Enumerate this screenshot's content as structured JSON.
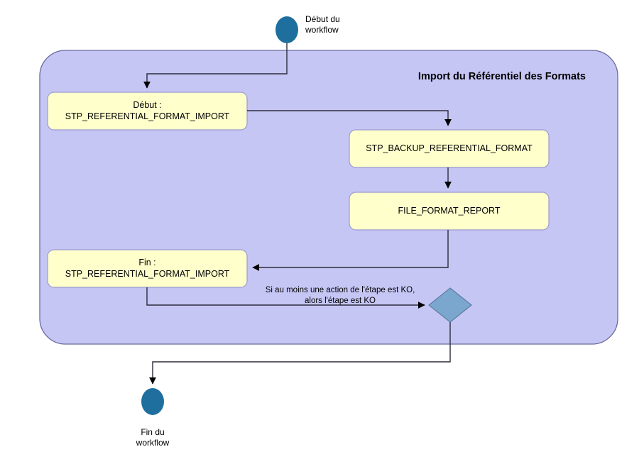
{
  "diagram": {
    "title": "Import du Référentiel des Formats",
    "colors": {
      "group_fill": "#c6c6f5",
      "group_stroke": "#6a6a9e",
      "action_fill": "#ffffcc",
      "action_stroke": "#9a9ad2",
      "terminator_fill": "#1f6f9e",
      "decision_fill": "#7ba7ce",
      "decision_stroke": "#5a7fa0",
      "edge_stroke": "#2b2b3c",
      "text": "#000000",
      "background": "#ffffff"
    },
    "start_node": {
      "name": "start-terminator",
      "label": "Début du\nworkflow"
    },
    "end_node": {
      "name": "end-terminator",
      "label": "Fin du\nworkflow"
    },
    "nodes": [
      {
        "id": "begin-step",
        "label": "Début :\nSTP_REFERENTIAL_FORMAT_IMPORT",
        "shape": "rounded-rect"
      },
      {
        "id": "backup-action",
        "label": "STP_BACKUP_REFERENTIAL_FORMAT",
        "shape": "rounded-rect"
      },
      {
        "id": "report-action",
        "label": "FILE_FORMAT_REPORT",
        "shape": "rounded-rect"
      },
      {
        "id": "end-step",
        "label": "Fin :\nSTP_REFERENTIAL_FORMAT_IMPORT",
        "shape": "rounded-rect"
      },
      {
        "id": "decision",
        "label": "",
        "shape": "diamond"
      }
    ],
    "edge_labels": [
      {
        "id": "ko-condition",
        "line1": "Si au moins une action de l'étape est KO,",
        "line2": "alors l'étape est KO"
      }
    ]
  }
}
